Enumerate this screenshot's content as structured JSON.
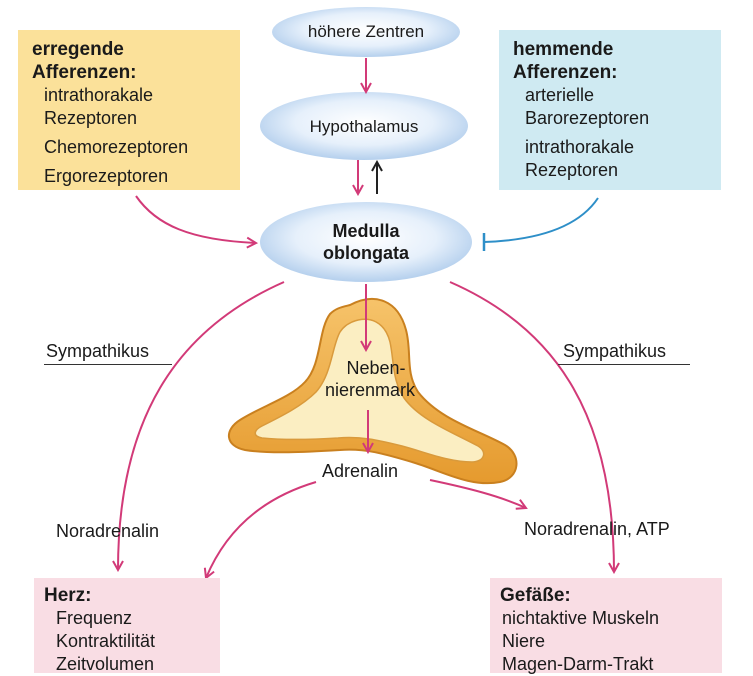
{
  "diagram": {
    "top_node": "höhere Zentren",
    "hypothalamus": "Hypothalamus",
    "medulla": {
      "line1": "Medulla",
      "line2": "oblongata"
    },
    "excitatory": {
      "title_line1": "erregende",
      "title_line2": "Afferenzen:",
      "items": [
        "intrathorakale",
        "Rezeptoren",
        "Chemorezeptoren",
        "Ergorezeptoren"
      ]
    },
    "inhibitory": {
      "title_line1": "hemmende",
      "title_line2": "Afferenzen:",
      "items": [
        "arterielle",
        "Barorezeptoren",
        "intrathorakale",
        "Rezeptoren"
      ]
    },
    "sympathikus_left": "Sympathikus",
    "sympathikus_right": "Sympathikus",
    "adrenal": {
      "line1": "Neben-",
      "line2": "nierenmark"
    },
    "adrenalin": "Adrenalin",
    "noradrenalin_left": "Noradrenalin",
    "noradrenalin_right": "Noradrenalin, ATP",
    "heart": {
      "title": "Herz:",
      "items": [
        "Frequenz",
        "Kontraktilität",
        "Zeitvolumen"
      ]
    },
    "vessels": {
      "title": "Gefäße:",
      "items": [
        "nichtaktive Muskeln",
        "Niere",
        "Magen-Darm-Trakt"
      ]
    }
  },
  "colors": {
    "excitatory_box": "#fbe19a",
    "inhibitory_box": "#cfeaf2",
    "effector_box": "#f9dde4",
    "arrow_magenta": "#d23a78",
    "arrow_blue": "#2e8fc8",
    "arrow_black": "#222222",
    "adrenal_fill": "#f2b04a",
    "ellipse_center": "#ffffff",
    "ellipse_edge": "#a9c8ea"
  }
}
